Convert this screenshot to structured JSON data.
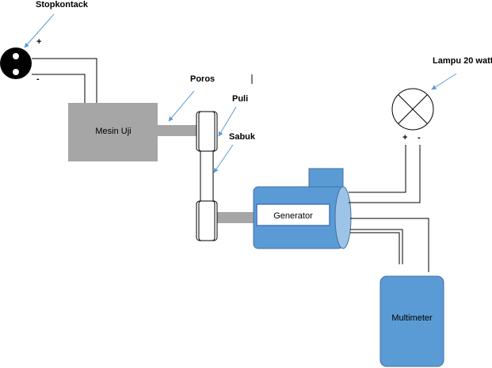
{
  "labels": {
    "stopkontack": "Stopkontack",
    "plus_socket": "+",
    "minus_socket": "-",
    "poros": "Poros",
    "puli": "Puli",
    "sabuk": "Sabuk",
    "lampu": "Lampu 20 watt",
    "lamp_plus": "+",
    "lamp_minus": "-",
    "mesin_uji": "Mesin Uji",
    "generator": "Generator",
    "multimeter": "Multimeter"
  },
  "colors": {
    "machine_fill": "#a6a6a6",
    "generator_body": "#5b9bd5",
    "generator_end": "#9dc3e6",
    "generator_box": "#4472c4",
    "multimeter_fill": "#5b9bd5",
    "arrow": "#5b9bd5",
    "shaft": "#a6a6a6",
    "wire": "#000000"
  },
  "icons": {
    "socket": "power-socket-icon",
    "lamp": "lamp-cross-icon"
  }
}
